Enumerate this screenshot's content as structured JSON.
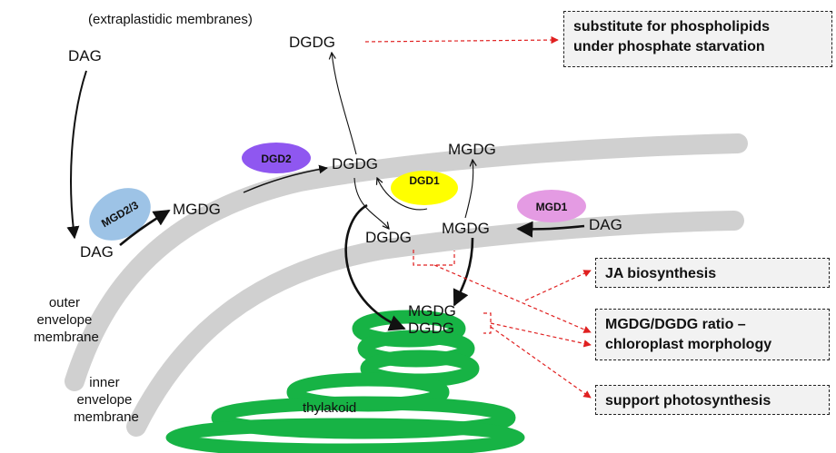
{
  "labels": {
    "extraplastidic": "(extraplastidic membranes)",
    "dag_top": "DAG",
    "dgdg_top": "DGDG",
    "dag_outer": "DAG",
    "mgdg_outer": "MGDG",
    "dgdg_outer": "DGDG",
    "mgdg_outer_right": "MGDG",
    "dgdg_inner": "DGDG",
    "mgdg_inner": "MGDG",
    "dag_inner": "DAG",
    "mgdg_thylakoid": "MGDG",
    "dgdg_thylakoid": "DGDG",
    "outer_membrane": [
      "outer",
      "envelope",
      "membrane"
    ],
    "inner_membrane": [
      "inner",
      "envelope",
      "membrane"
    ],
    "thylakoid": "thylakoid"
  },
  "enzymes": {
    "mgd23": "MGD2/3",
    "dgd2": "DGD2",
    "dgd1": "DGD1",
    "mgd1": "MGD1"
  },
  "enzyme_colors": {
    "mgd23": "#9dc3e6",
    "dgd2": "#8f57f0",
    "dgd1": "#ffff00",
    "mgd1": "#e49be3"
  },
  "boxes": {
    "phospholipid": [
      "substitute for phospholipids",
      "under phosphate starvation"
    ],
    "ja": "JA biosynthesis",
    "ratio": [
      "MGDG/DGDG ratio –",
      "chloroplast morphology"
    ],
    "photosynthesis": "support photosynthesis"
  },
  "colors": {
    "membrane": "#d0d0d0",
    "thylakoid": "#17b345",
    "dashed_arrow": "#e02020"
  }
}
